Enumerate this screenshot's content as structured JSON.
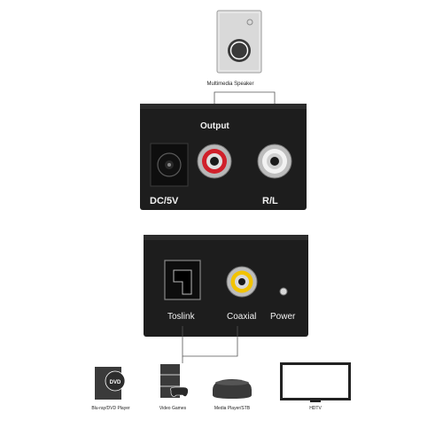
{
  "speaker": {
    "label": "Multimedia Speaker"
  },
  "output_box": {
    "output_label": "Output",
    "dc_label": "DC/5V",
    "rl_label": "R/L"
  },
  "input_box": {
    "toslink_label": "Toslink",
    "coaxial_label": "Coaxial",
    "power_label": "Power"
  },
  "devices": [
    {
      "label": "Blu-ray/DVD Player",
      "icon": "dvd-player-icon"
    },
    {
      "label": "Video Games",
      "icon": "game-console-icon"
    },
    {
      "label": "Media Player/STB",
      "icon": "media-player-icon"
    },
    {
      "label": "HDTV",
      "icon": "tv-icon"
    }
  ],
  "colors": {
    "box": "#1b1b1b",
    "red_jack": "#d0202a",
    "white_jack": "#f0f0f0",
    "coax_jack": "#f2c300",
    "line": "#444444"
  }
}
